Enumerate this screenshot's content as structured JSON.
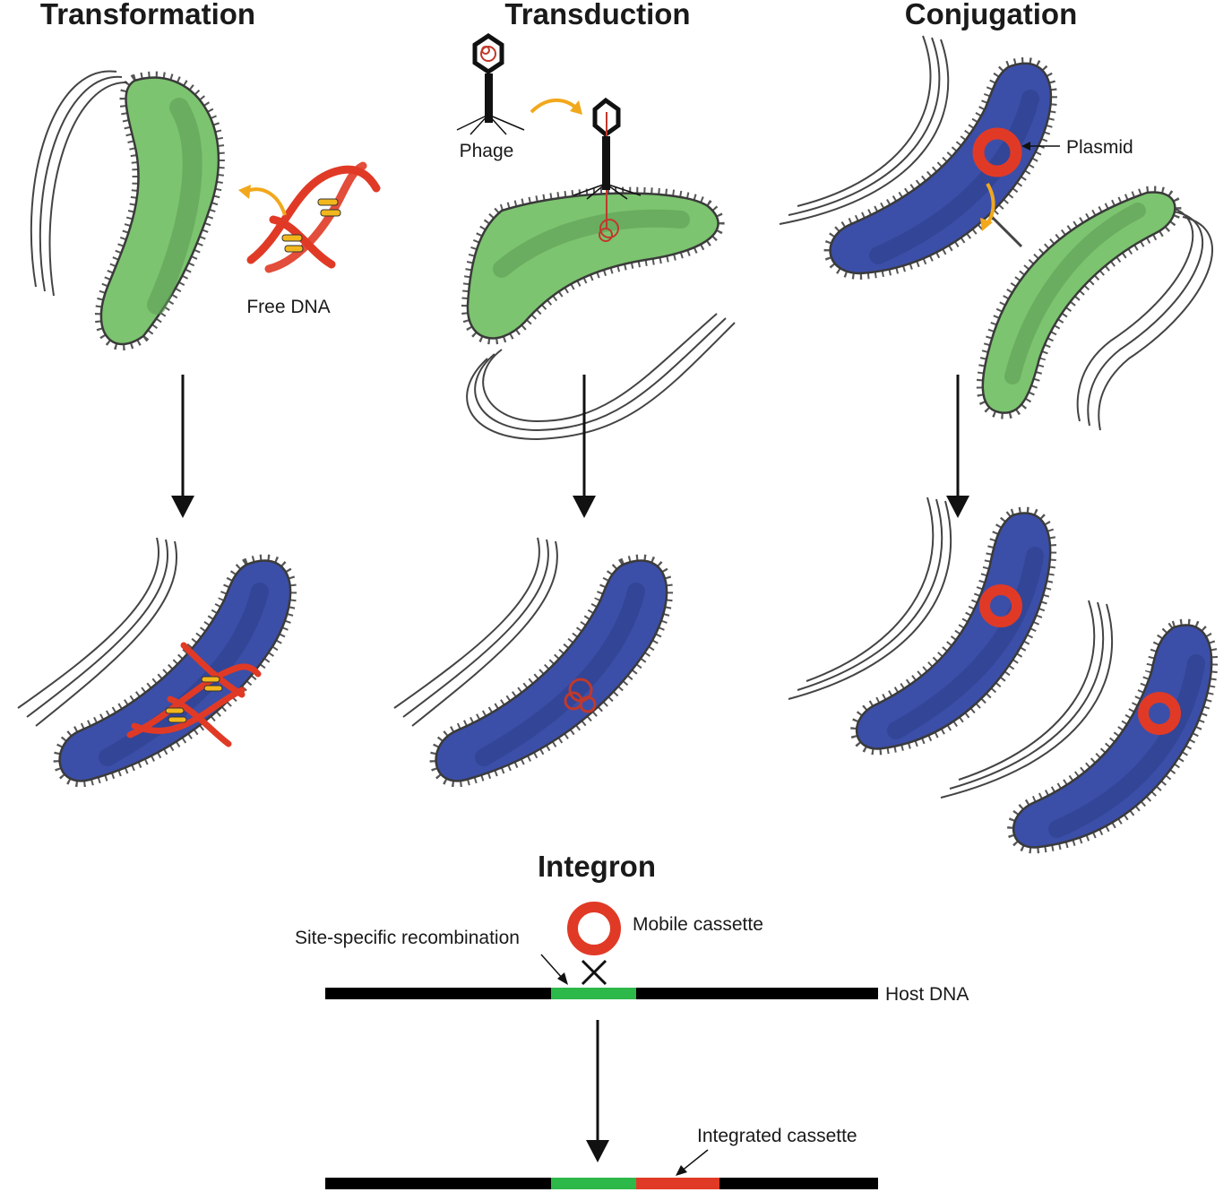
{
  "titles": {
    "transformation": "Transformation",
    "transduction": "Transduction",
    "conjugation": "Conjugation",
    "integron": "Integron"
  },
  "labels": {
    "free_dna": "Free DNA",
    "phage": "Phage",
    "plasmid": "Plasmid",
    "site_specific_recombination": "Site-specific recombination",
    "mobile_cassette": "Mobile cassette",
    "host_dna": "Host DNA",
    "integrated_cassette": "Integrated cassette"
  },
  "colors": {
    "recipient_cell": "#7cc46f",
    "recipient_cell_shade": "#5f9e57",
    "transformed_cell": "#3b4fa8",
    "transformed_cell_shade": "#2f3f8c",
    "cell_outline": "#3a3a3a",
    "dna": "#e03a26",
    "dna_bases": "#f2b71c",
    "transfer_arrow": "#f2a81c",
    "host_dna": "#000000",
    "recombination_site": "#2db84a",
    "cassette": "#e03a26"
  }
}
